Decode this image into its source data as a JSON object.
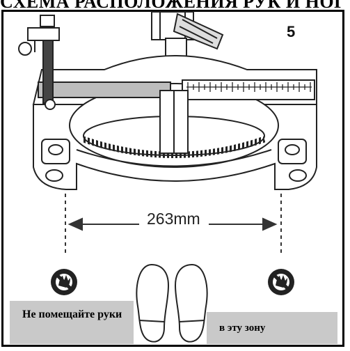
{
  "header": {
    "title": "СХЕМА РАСПОЛОЖЕНИЯ РУК И НОГ"
  },
  "figure": {
    "number": "5"
  },
  "dimension": {
    "label": "263mm"
  },
  "captions": {
    "left": "Не помещайте руки",
    "right": "в эту зону"
  },
  "icons": {
    "left_warning": "no-hands-icon",
    "right_warning": "no-hands-icon",
    "footprints": "footprints-icon"
  }
}
